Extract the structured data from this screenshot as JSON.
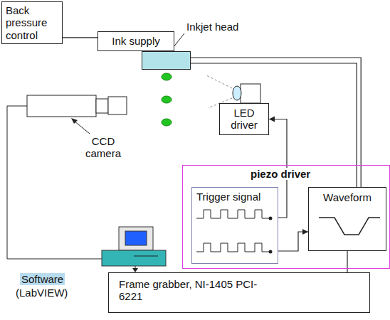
{
  "diagram": {
    "nodes": [
      {
        "text": [
          "Back pressure control"
        ]
      },
      {
        "text": [
          "Ink supply"
        ]
      },
      {
        "text": [
          "Inkjet head"
        ]
      },
      {
        "text": [
          "LED driver"
        ]
      },
      {
        "text": [
          "piezo driver"
        ]
      },
      {
        "text": [
          "Trigger signal"
        ],
        "in": 4
      },
      {
        "text": [
          "Waveform"
        ],
        "in": 4
      },
      {
        "text": [
          "Frame grabber, NI-1405 PCI-6221"
        ]
      }
    ],
    "edges": [
      {
        "from": 0,
        "to": 1,
        "arrow": "none"
      },
      {
        "from": 6,
        "to": 2,
        "arrow": "none"
      },
      {
        "from": 5,
        "to": 3,
        "arrow": "to"
      },
      {
        "from": 5,
        "to": 6,
        "arrow": "to"
      },
      {
        "from": 6,
        "to": 7,
        "arrow": "none"
      }
    ],
    "labels": [
      "CCD camera",
      "Software",
      "(LabVIEW)"
    ]
  }
}
